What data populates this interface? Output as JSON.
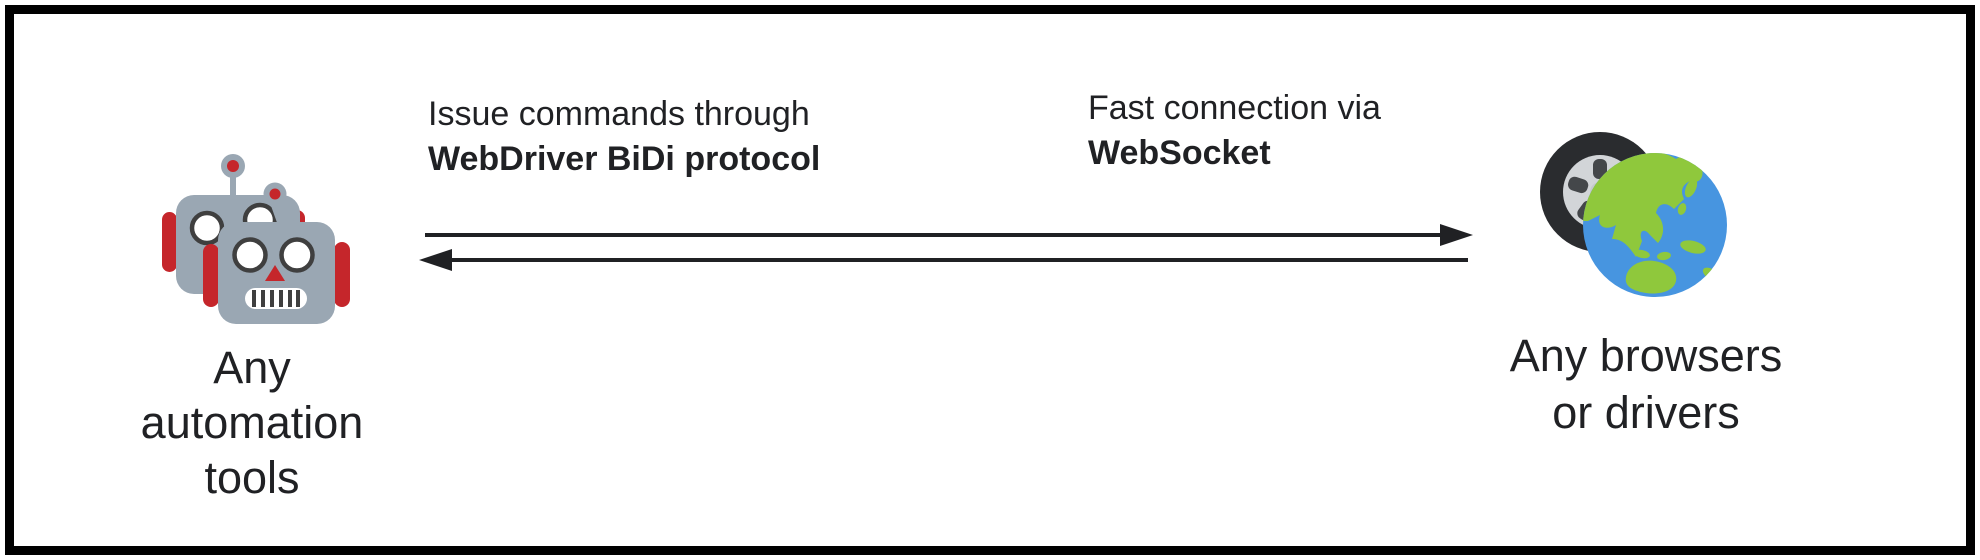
{
  "diagram": {
    "left_node": {
      "icon": "robots-icon",
      "caption": {
        "line1": "Any",
        "line2": "automation",
        "line3": "tools"
      }
    },
    "right_node": {
      "icon": "wheel-globe-icon",
      "caption": {
        "line1": "Any browsers",
        "line2": "or drivers"
      }
    },
    "labels": {
      "bidi": {
        "line1": "Issue commands through",
        "line2": "WebDriver BiDi protocol"
      },
      "websocket": {
        "line1": "Fast connection via",
        "line2": "WebSocket"
      }
    },
    "colors": {
      "border": "#000000",
      "text": "#202124",
      "arrow": "#202124",
      "robot_body": "#9AA7B3",
      "robot_accent": "#C5262B",
      "robot_detail": "#3F3F3F",
      "globe_ocean": "#4795E0",
      "globe_land": "#8FC83C",
      "tire": "#2A2C2F",
      "alloy": "#D2D5D8"
    }
  }
}
